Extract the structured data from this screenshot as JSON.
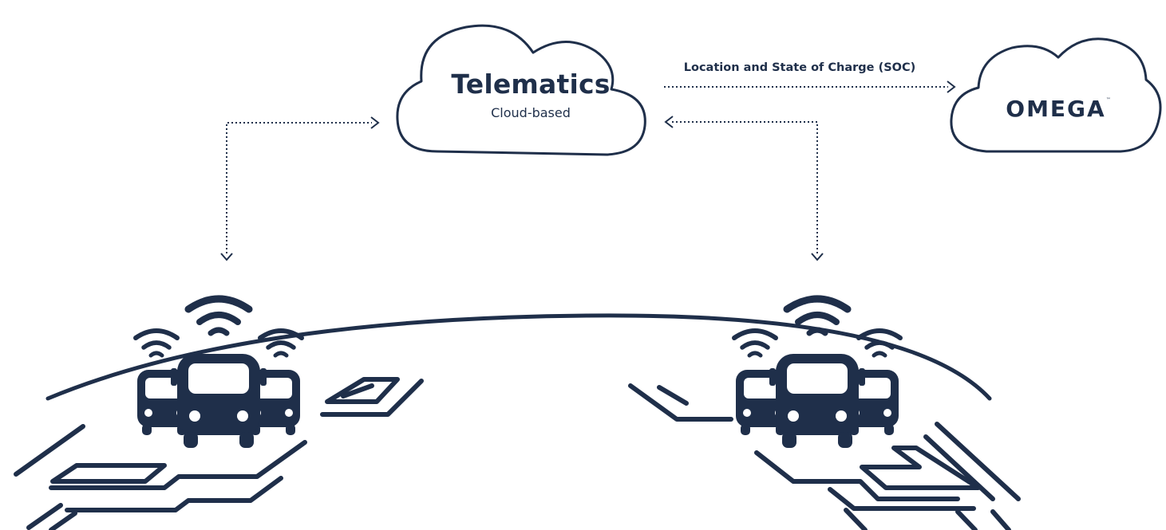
{
  "telematics": {
    "title": "Telematics",
    "subtitle": "Cloud-based"
  },
  "data_flow": {
    "label": "Location and State of Charge (SOC)"
  },
  "omega": {
    "name": "OMEGA",
    "trademark": "™"
  },
  "colors": {
    "primary": "#1f2f4a",
    "background": "#ffffff"
  },
  "icons": [
    "cloud-icon",
    "bus-fleet-icon",
    "wireless-signal-icon",
    "dotted-arrow-icon",
    "road-network-icon"
  ]
}
